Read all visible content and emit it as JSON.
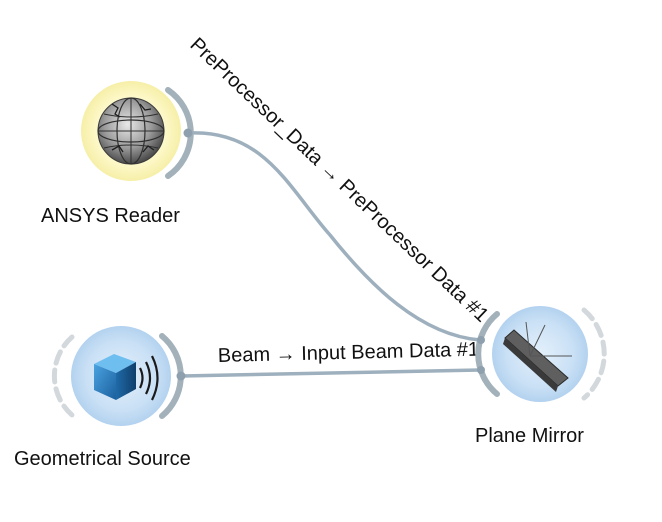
{
  "nodes": {
    "ansys_reader": {
      "label": "ANSYS Reader"
    },
    "geometrical_source": {
      "label": "Geometrical Source"
    },
    "plane_mirror": {
      "label": "Plane Mirror"
    }
  },
  "links": {
    "preprocessor": {
      "label": "PreProcessor_Data → PreProcessor Data #1"
    },
    "beam": {
      "label": "Beam → Input Beam Data #1"
    }
  },
  "colors": {
    "link": "#9eb0bd",
    "arc": "#a3b1bb",
    "ansys_glow": "#fbf7c2",
    "blue_glow": "#c5def4"
  }
}
